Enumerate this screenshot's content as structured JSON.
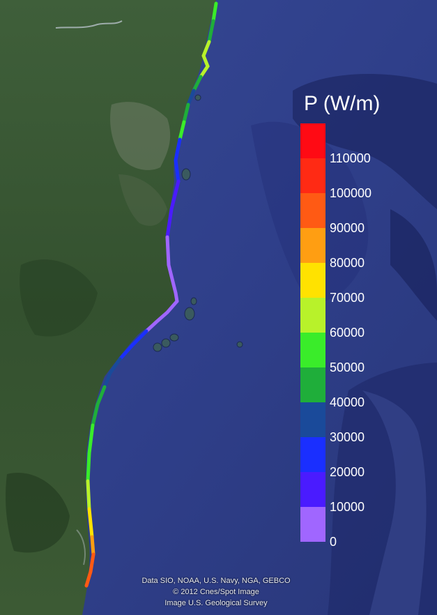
{
  "legend": {
    "title": "P (W/m)",
    "ticks": [
      "110000",
      "100000",
      "90000",
      "80000",
      "70000",
      "60000",
      "50000",
      "40000",
      "30000",
      "20000",
      "10000",
      "0"
    ],
    "bins": [
      {
        "color": "#a066ff"
      },
      {
        "color": "#4a1bff"
      },
      {
        "color": "#1a2fff"
      },
      {
        "color": "#1a4a9a"
      },
      {
        "color": "#1fae3a"
      },
      {
        "color": "#3aec2a"
      },
      {
        "color": "#b8f22a"
      },
      {
        "color": "#ffe200"
      },
      {
        "color": "#ff9e12"
      },
      {
        "color": "#ff5a14"
      },
      {
        "color": "#ff2a14"
      },
      {
        "color": "#ff0a14"
      }
    ]
  },
  "attribution": {
    "line1": "Data SIO, NOAA, U.S. Navy, NGA, GEBCO",
    "line2": "© 2012 Cnes/Spot Image",
    "line3": "Image U.S. Geological Survey"
  },
  "colors": {
    "ocean": "#2e3d86",
    "ocean_deep": "#1e2a66",
    "land": "#3b5a34",
    "land_dark": "#243d22"
  }
}
